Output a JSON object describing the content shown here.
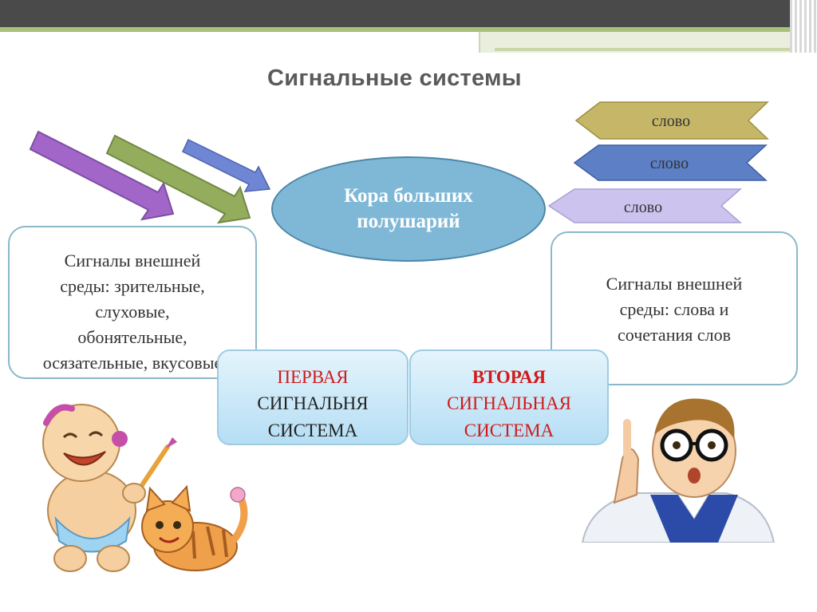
{
  "title": "Сигнальные системы",
  "cortex": {
    "line1": "Кора больших",
    "line2": "полушарий"
  },
  "word_arrows": [
    {
      "label": "слово",
      "color": "#c6b668"
    },
    {
      "label": "слово",
      "color": "#5c7fc6"
    },
    {
      "label": "слово",
      "color": "#ccc3ee"
    }
  ],
  "left_signals": "Сигналы внешней\nсреды: зрительные,\nслуховые,\nобонятельные,\nосязательные, вкусовые",
  "right_signals": "Сигналы внешней\nсреды: слова и\nсочетания слов",
  "first_system": {
    "word1": "ПЕРВАЯ",
    "word2": "СИГНАЛЬНЯ",
    "word3": "СИСТЕМА"
  },
  "second_system": {
    "word1": "ВТОРАЯ",
    "word2": "СИГНАЛЬНАЯ",
    "word3": "СИСТЕМА"
  },
  "colors": {
    "arrow_purple": "#a266c9",
    "arrow_green": "#93ad5d",
    "arrow_blue": "#6f86d4",
    "cortex_fill": "#7fb8d6",
    "accent_red": "#d11a1a"
  }
}
